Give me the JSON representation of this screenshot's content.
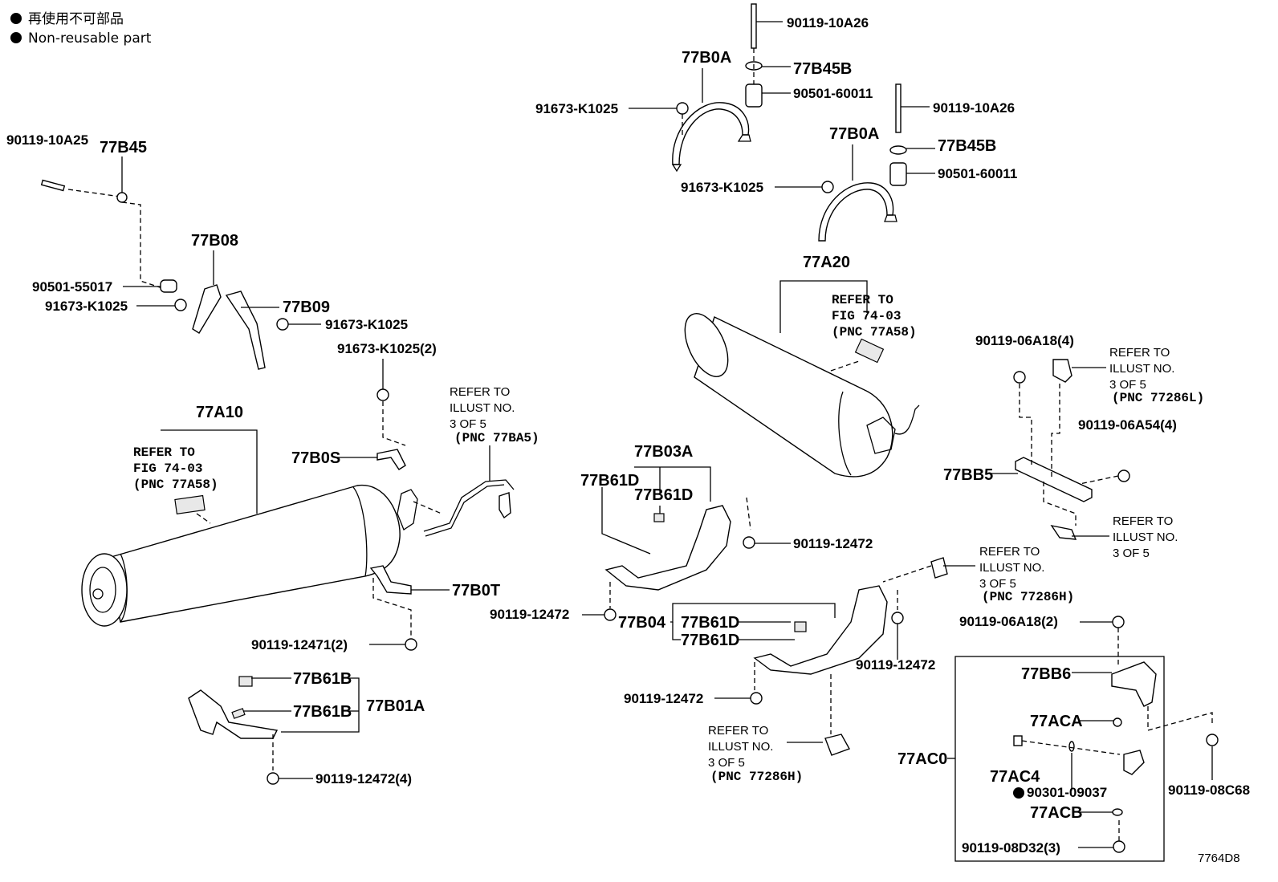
{
  "legend": {
    "japanese": "再使用不可部品",
    "english": "Non-reusable part"
  },
  "figure_code": "7764D8",
  "labels": {
    "p90119_10A26_top": "90119-10A26",
    "p77B0A_left": "77B0A",
    "p77B45B_top": "77B45B",
    "p90501_60011_top": "90501-60011",
    "p91673_K1025_top": "91673-K1025",
    "p90119_10A26_mid": "90119-10A26",
    "p77B0A_right": "77B0A",
    "p77B45B_mid": "77B45B",
    "p90501_60011_mid": "90501-60011",
    "p91673_K1025_mid": "91673-K1025",
    "p77A20": "77A20",
    "p90119_10A25": "90119-10A25",
    "p77B45": "77B45",
    "p77B08": "77B08",
    "p90501_55017": "90501-55017",
    "p91673_K1025_a": "91673-K1025",
    "p77B09": "77B09",
    "p91673_K1025_b": "91673-K1025",
    "p91673_K1025_2": "91673-K1025(2)",
    "p77B0S": "77B0S",
    "p77A10": "77A10",
    "p77B0T": "77B0T",
    "p90119_12471_2": "90119-12471(2)",
    "p77B61B_a": "77B61B",
    "p77B61B_b": "77B61B",
    "p77B01A": "77B01A",
    "p90119_12472_4": "90119-12472(4)",
    "p77B03A": "77B03A",
    "p77B61D_a": "77B61D",
    "p77B61D_b": "77B61D",
    "p90119_12472_a": "90119-12472",
    "p90119_12472_b": "90119-12472",
    "p77B04": "77B04",
    "p77B61D_c": "77B61D",
    "p77B61D_d": "77B61D",
    "p90119_12472_c": "90119-12472",
    "p90119_12472_d": "90119-12472",
    "p90119_06A18_4": "90119-06A18(4)",
    "p90119_06A54_4": "90119-06A54(4)",
    "p77BB5": "77BB5",
    "p90119_06A18_2": "90119-06A18(2)",
    "p77BB6": "77BB6",
    "p77ACA": "77ACA",
    "p77AC0": "77AC0",
    "p77AC4": "77AC4",
    "p90301_09037": "90301-09037",
    "p77ACB": "77ACB",
    "p90119_08D32_3": "90119-08D32(3)",
    "p90119_08C68": "90119-08C68"
  },
  "refers": {
    "fig_left": [
      "REFER TO",
      "FIG 74-03",
      "(PNC 77A58)"
    ],
    "fig_right": [
      "REFER TO",
      "FIG 74-03",
      "(PNC 77A58)"
    ],
    "illust_77BA5": [
      "REFER TO",
      "ILLUST NO.",
      "3 OF 5",
      "(PNC 77BA5)"
    ],
    "illust_77286L": [
      "REFER TO",
      "ILLUST NO.",
      "3 OF 5",
      "(PNC 77286L)"
    ],
    "illust_plain": [
      "REFER TO",
      "ILLUST NO.",
      "3 OF 5"
    ],
    "illust_77286H_a": [
      "REFER TO",
      "ILLUST NO.",
      "3 OF 5",
      "(PNC 77286H)"
    ],
    "illust_77286H_b": [
      "REFER TO",
      "ILLUST NO.",
      "3 OF 5",
      "(PNC 77286H)"
    ]
  }
}
